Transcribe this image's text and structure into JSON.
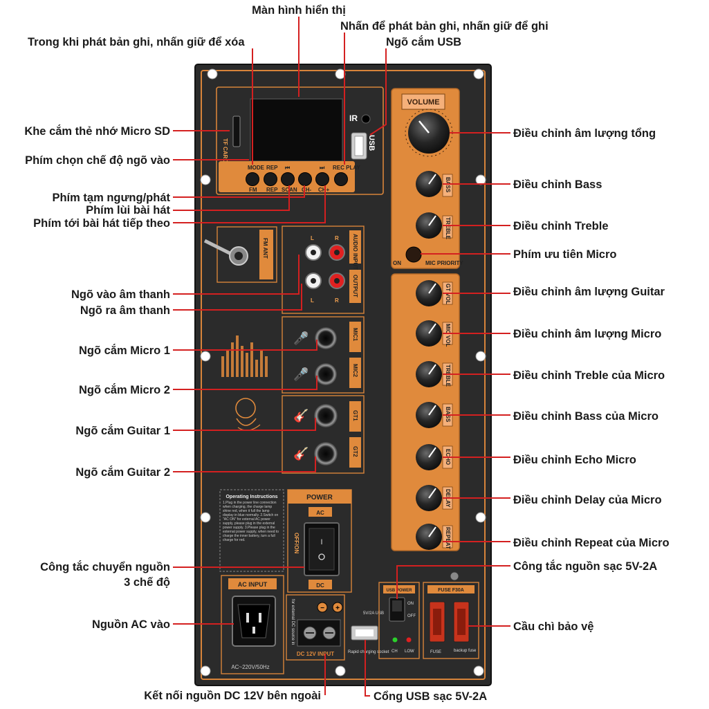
{
  "callouts": {
    "display": "Màn hình hiển thị",
    "play_record": "Nhấn để phát bản ghi, nhấn giữ để ghi",
    "delete_record": "Trong khi phát bản ghi, nhấn giữ để xóa",
    "usb_port": "Ngõ cắm USB",
    "sd_slot": "Khe cắm thẻ nhớ Micro SD",
    "mode_button": "Phím chọn chế độ ngõ vào",
    "pause_play": "Phím tạm ngưng/phát",
    "prev_track": "Phím lùi bài hát",
    "next_track": "Phím tới bài hát tiếp theo",
    "audio_in": "Ngõ vào âm thanh",
    "audio_out": "Ngõ ra âm thanh",
    "mic1": "Ngõ cắm Micro 1",
    "mic2": "Ngõ cắm Micro 2",
    "guitar1": "Ngõ cắm Guitar 1",
    "guitar2": "Ngõ cắm Guitar 2",
    "power_switch_1": "Công tắc chuyển nguồn",
    "power_switch_2": "3 chế độ",
    "ac_in": "Nguồn AC vào",
    "dc_connect": "Kết nối nguồn DC 12V bên ngoài",
    "usb_charge": "Cổng USB sạc 5V-2A",
    "master_volume": "Điều chỉnh âm lượng tổng",
    "bass": "Điều chỉnh Bass",
    "treble": "Điều chỉnh Treble",
    "mic_priority": "Phím ưu tiên Micro",
    "guitar_volume": "Điều chỉnh âm lượng Guitar",
    "mic_volume": "Điều chỉnh âm lượng Micro",
    "mic_treble": "Điều chỉnh Treble của Micro",
    "mic_bass": "Điều chỉnh Bass của Micro",
    "echo": "Điều chỉnh Echo Micro",
    "delay": "Điều chỉnh Delay của Micro",
    "repeat": "Điều chỉnh Repeat của Micro",
    "charge_switch": "Công tắc nguồn sạc 5V-2A",
    "fuse": "Cầu chì bảo vệ"
  },
  "panel": {
    "volume": "VOLUME",
    "ir": "IR",
    "usb": "USB",
    "tf_card": "TF CARD",
    "btn_labels_top": [
      "MODE",
      "REP",
      "⏮",
      "⏭",
      "REC PLAY"
    ],
    "btn_labels_bottom": [
      "FM",
      "REP",
      "SCAN",
      "CH-",
      "CH+"
    ],
    "fm_ant": "FM ANT",
    "audio_input": "AUDIO INPUT",
    "output": "OUTPUT",
    "l": "L",
    "r": "R",
    "mic1": "MIC1",
    "mic2": "MIC2",
    "gt1": "GT1",
    "gt2": "GT2",
    "mic_priority": "MIC PRIORITY",
    "on": "ON",
    "off": "OFF",
    "knob_tags": [
      "BASS",
      "TREBLE",
      "GT VOL",
      "MIC VOL",
      "TREBLE",
      "BASS",
      "ECHO",
      "DELAY",
      "REPEAT"
    ],
    "operating_title": "Operating Instructions",
    "operating_text": "1.Plug in the power line connection when charging, the charge lamp shine red, when it full the lamp display in blue normally. 2.Switch on \"AC ON\" for external AC power supply, please plug in the external power supply. 3.Please plug in the external power supply, when need to charge the inner battery, turn a full charge for red.",
    "power": "POWER",
    "ac": "AC",
    "dc": "DC",
    "off_on": "OFF/ON",
    "ac_input": "AC INPUT",
    "ac_rating": "AC~220V/50Hz",
    "external_source": "for external DC source in",
    "dc_input": "DC 12V INPUT",
    "usb_5v": "5V/2A USB",
    "rapid_charging": "Rapid charging socket",
    "usb_power": "USB POWER",
    "ch": "CH",
    "low": "LOW",
    "fuse_f30a": "FUSE F30A",
    "fuse": "FUSE",
    "backup_fuse": "backup fuse"
  },
  "colors": {
    "panel": "#2a2a2a",
    "accent": "#e08a3c",
    "callout_line": "#d42020",
    "text": "#1a1a1a"
  }
}
